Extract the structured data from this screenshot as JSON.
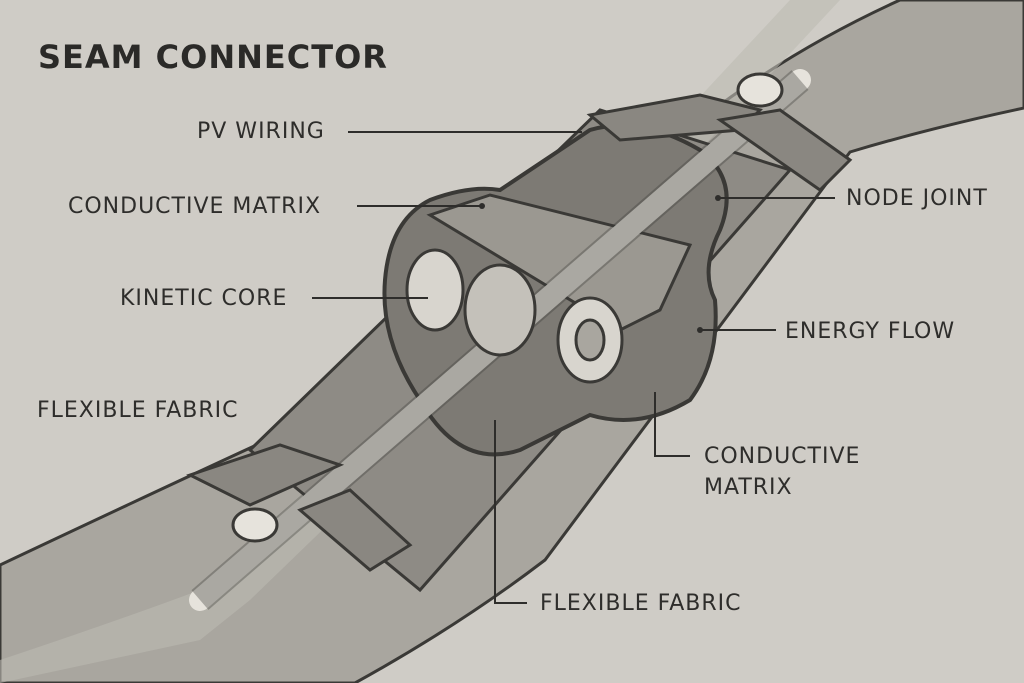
{
  "title": "SEAM CONNECTOR",
  "labels": {
    "pv_wiring": "PV WIRING",
    "conductive_matrix_left": "CONDUCTIVE MATRIX",
    "kinetic_core": "KINETIC CORE",
    "flexible_fabric_left": "FLEXIBLE FABRIC",
    "node_joint": "NODE JOINT",
    "energy_flow": "ENERGY FLOW",
    "conductive_matrix_right_line1": "CONDUCTIVE",
    "conductive_matrix_right_line2": "MATRIX",
    "flexible_fabric_bottom": "FLEXIBLE FABRIC"
  },
  "colors": {
    "background": "#cfccc6",
    "fabric": "#a9a69f",
    "housing": "#7d7a74",
    "outline": "#3a3936",
    "highlight": "#e6e3dc"
  }
}
